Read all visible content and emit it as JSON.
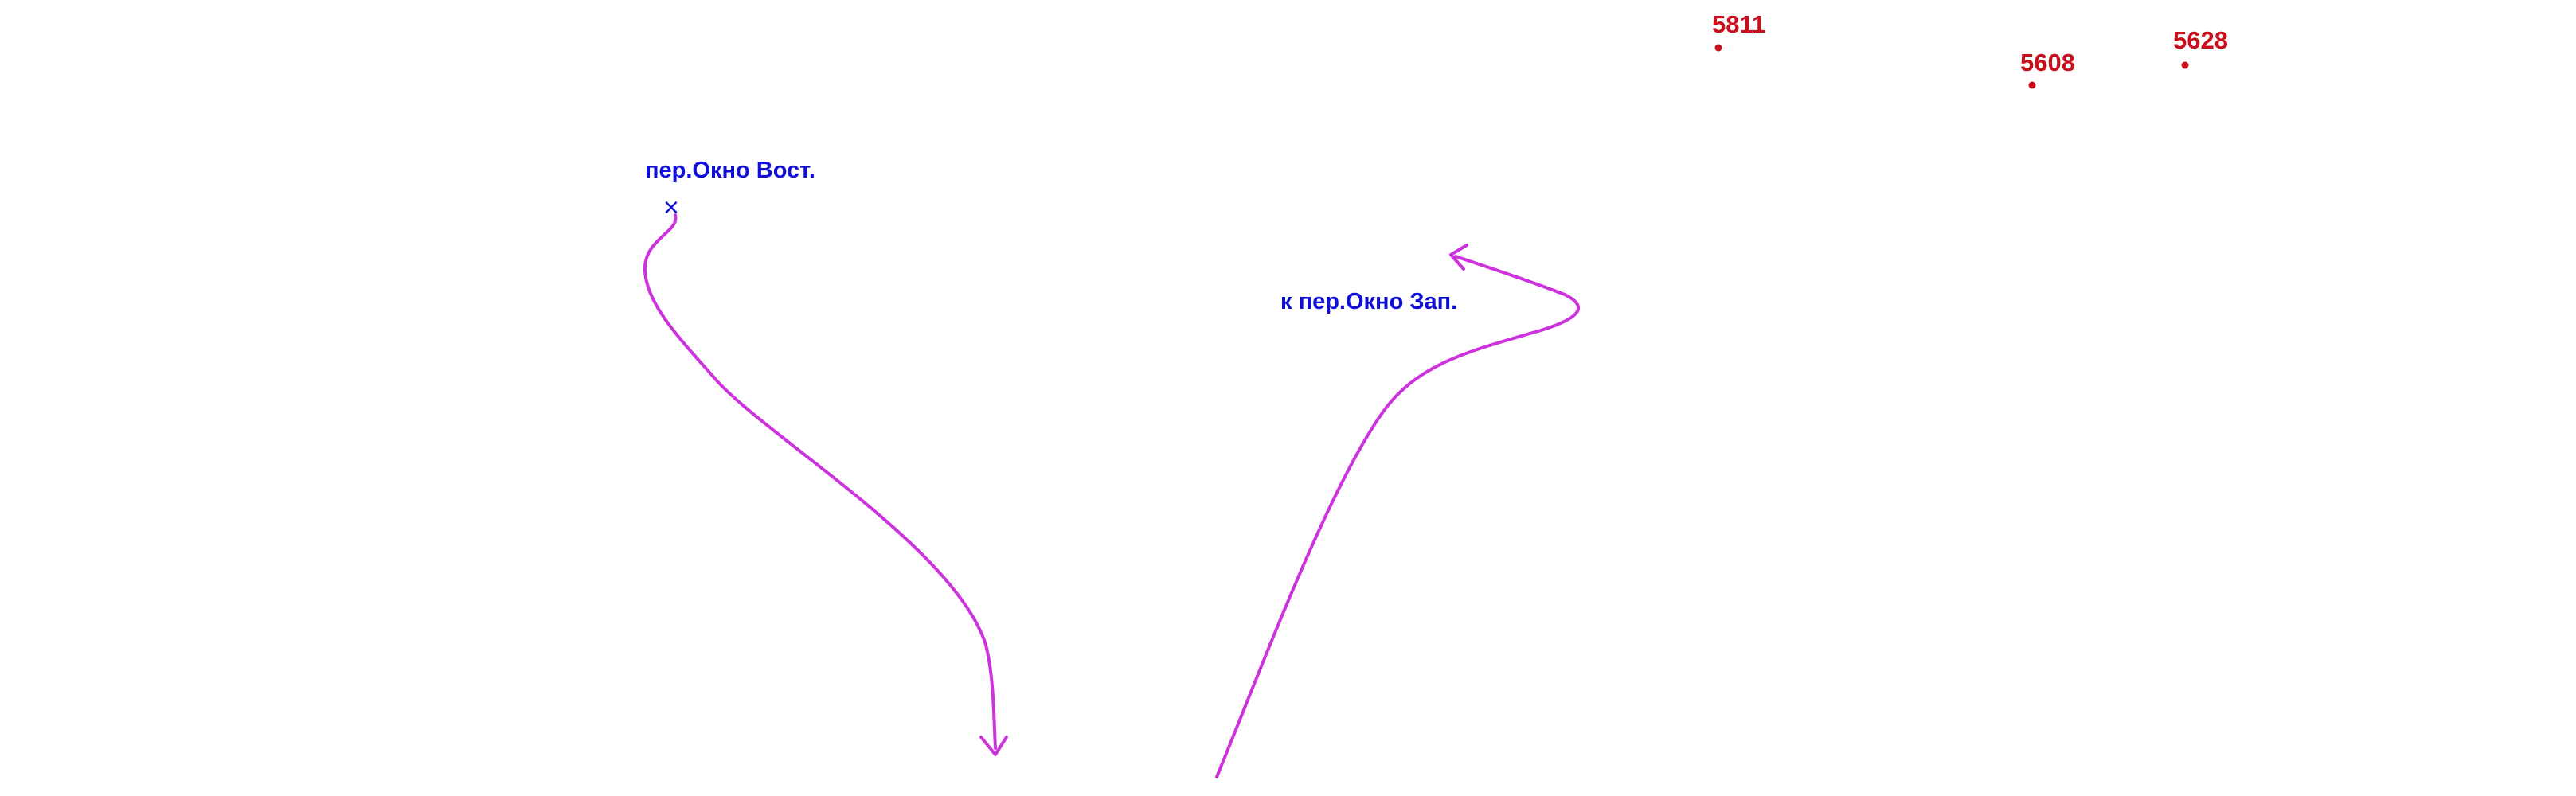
{
  "colors": {
    "background": "#ffffff",
    "route": "#cc33dd",
    "pass": "#1010d8",
    "peak": "#c8101c"
  },
  "passes": {
    "east": {
      "label": "пер.Окно Вост.",
      "marker": "×"
    },
    "west": {
      "label": "к пер.Окно Зап."
    }
  },
  "peaks": [
    {
      "id": "p5811",
      "label": "5811"
    },
    {
      "id": "p5608",
      "label": "5608"
    },
    {
      "id": "p5628",
      "label": "5628"
    }
  ]
}
